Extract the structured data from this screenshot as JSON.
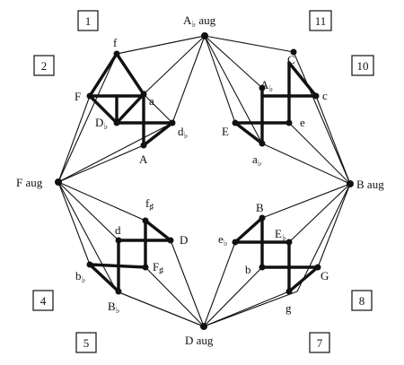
{
  "region_numbers": [
    "1",
    "2",
    "4",
    "5",
    "7",
    "8",
    "10",
    "11"
  ],
  "aug_labels": {
    "top": {
      "root": "A",
      "acc": "♭",
      "suffix": " aug"
    },
    "left": {
      "root": "F",
      "acc": "",
      "suffix": " aug"
    },
    "right": {
      "root": "B",
      "acc": "",
      "suffix": " aug"
    },
    "bottom": {
      "root": "D",
      "acc": "",
      "suffix": " aug"
    }
  },
  "cube_labels": {
    "nw": {
      "f": {
        "root": "f",
        "acc": ""
      },
      "F": {
        "root": "F",
        "acc": ""
      },
      "a": {
        "root": "a",
        "acc": ""
      },
      "D": {
        "root": "D",
        "acc": "♭"
      },
      "d": {
        "root": "d",
        "acc": "♭"
      },
      "A": {
        "root": "A",
        "acc": ""
      }
    },
    "ne": {
      "C": {
        "root": "C",
        "acc": ""
      },
      "c": {
        "root": "c",
        "acc": ""
      },
      "A": {
        "root": "A",
        "acc": "♭"
      },
      "E": {
        "root": "E",
        "acc": ""
      },
      "e": {
        "root": "e",
        "acc": ""
      },
      "a": {
        "root": "a",
        "acc": "♭"
      }
    },
    "sw": {
      "f": {
        "root": "f",
        "acc": "♯"
      },
      "d": {
        "root": "d",
        "acc": ""
      },
      "D": {
        "root": "D",
        "acc": ""
      },
      "F": {
        "root": "F",
        "acc": "♯"
      },
      "b": {
        "root": "b",
        "acc": "♭"
      },
      "B": {
        "root": "B",
        "acc": "♭"
      }
    },
    "se": {
      "B": {
        "root": "B",
        "acc": ""
      },
      "e": {
        "root": "e",
        "acc": "♭"
      },
      "E": {
        "root": "E",
        "acc": "♭"
      },
      "b": {
        "root": "b",
        "acc": ""
      },
      "G": {
        "root": "G",
        "acc": ""
      },
      "g": {
        "root": "g",
        "acc": ""
      }
    }
  }
}
